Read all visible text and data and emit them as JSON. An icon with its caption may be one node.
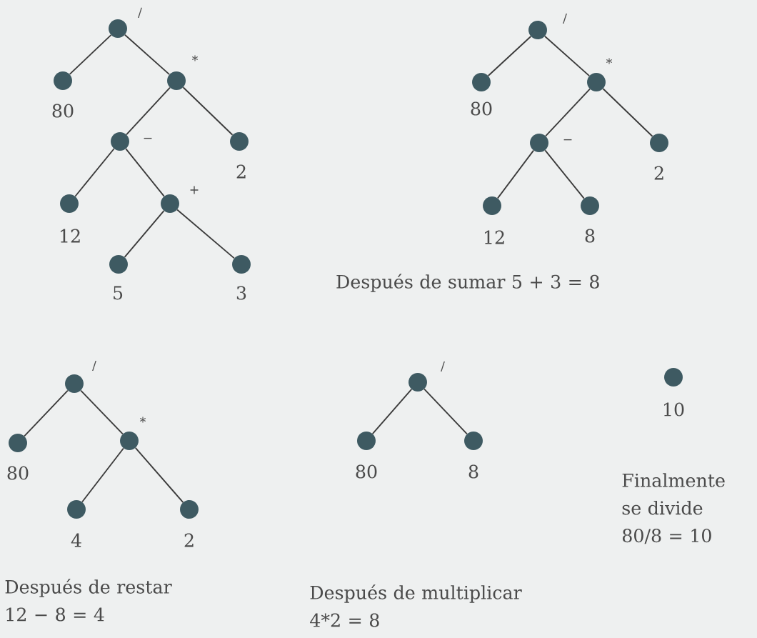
{
  "diagram": {
    "nodes": [
      {
        "text": [],
        "shape": "circle",
        "beside": [
          "/"
        ]
      },
      {
        "text": [],
        "shape": "circle",
        "beside": [
          "80"
        ]
      },
      {
        "text": [],
        "shape": "circle",
        "beside": [
          "*"
        ]
      },
      {
        "text": [],
        "shape": "circle",
        "beside": [
          "−"
        ]
      },
      {
        "text": [],
        "shape": "circle",
        "beside": [
          "2"
        ]
      },
      {
        "text": [],
        "shape": "circle",
        "beside": [
          "12"
        ]
      },
      {
        "text": [],
        "shape": "circle",
        "beside": [
          "+"
        ]
      },
      {
        "text": [],
        "shape": "circle",
        "beside": [
          "5"
        ]
      },
      {
        "text": [],
        "shape": "circle",
        "beside": [
          "3"
        ]
      },
      {
        "text": [],
        "shape": "circle",
        "beside": [
          "/"
        ]
      },
      {
        "text": [],
        "shape": "circle",
        "beside": [
          "80"
        ]
      },
      {
        "text": [],
        "shape": "circle",
        "beside": [
          "*"
        ]
      },
      {
        "text": [],
        "shape": "circle",
        "beside": [
          "−"
        ]
      },
      {
        "text": [],
        "shape": "circle",
        "beside": [
          "2"
        ]
      },
      {
        "text": [],
        "shape": "circle",
        "beside": [
          "12"
        ]
      },
      {
        "text": [],
        "shape": "circle",
        "beside": [
          "8"
        ]
      },
      {
        "text": [],
        "shape": "circle",
        "beside": [
          "/"
        ]
      },
      {
        "text": [],
        "shape": "circle",
        "beside": [
          "80"
        ]
      },
      {
        "text": [],
        "shape": "circle",
        "beside": [
          "*"
        ]
      },
      {
        "text": [],
        "shape": "circle",
        "beside": [
          "4"
        ]
      },
      {
        "text": [],
        "shape": "circle",
        "beside": [
          "2"
        ]
      },
      {
        "text": [],
        "shape": "circle",
        "beside": [
          "/"
        ]
      },
      {
        "text": [],
        "shape": "circle",
        "beside": [
          "80"
        ]
      },
      {
        "text": [],
        "shape": "circle",
        "beside": [
          "8"
        ]
      },
      {
        "text": [],
        "shape": "circle",
        "beside": [
          "10"
        ]
      }
    ],
    "edges": [
      {
        "from": 0,
        "to": 1,
        "arrow": "none"
      },
      {
        "from": 0,
        "to": 2,
        "arrow": "none"
      },
      {
        "from": 2,
        "to": 3,
        "arrow": "none"
      },
      {
        "from": 2,
        "to": 4,
        "arrow": "none"
      },
      {
        "from": 3,
        "to": 5,
        "arrow": "none"
      },
      {
        "from": 3,
        "to": 6,
        "arrow": "none"
      },
      {
        "from": 6,
        "to": 7,
        "arrow": "none"
      },
      {
        "from": 6,
        "to": 8,
        "arrow": "none"
      },
      {
        "from": 9,
        "to": 10,
        "arrow": "none"
      },
      {
        "from": 9,
        "to": 11,
        "arrow": "none"
      },
      {
        "from": 11,
        "to": 12,
        "arrow": "none"
      },
      {
        "from": 11,
        "to": 13,
        "arrow": "none"
      },
      {
        "from": 12,
        "to": 14,
        "arrow": "none"
      },
      {
        "from": 12,
        "to": 15,
        "arrow": "none"
      },
      {
        "from": 16,
        "to": 17,
        "arrow": "none"
      },
      {
        "from": 16,
        "to": 18,
        "arrow": "none"
      },
      {
        "from": 18,
        "to": 19,
        "arrow": "none"
      },
      {
        "from": 18,
        "to": 20,
        "arrow": "none"
      },
      {
        "from": 21,
        "to": 22,
        "arrow": "none"
      },
      {
        "from": 21,
        "to": 23,
        "arrow": "none"
      }
    ],
    "labels": [
      "Después de sumar 5 + 3 = 8",
      "Finalmente se divide 80/8 = 10",
      "Después de restar 12 − 8 = 4",
      "Después de multiplicar 4*2 = 8"
    ]
  }
}
